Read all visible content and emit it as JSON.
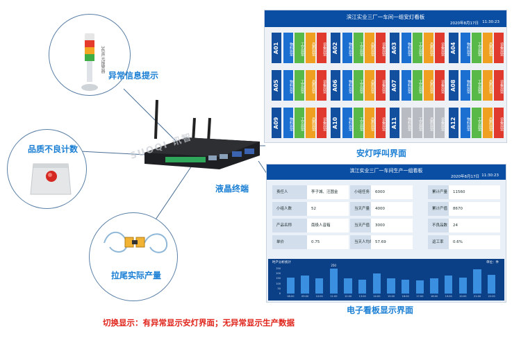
{
  "labels": {
    "tower_light": "异常信息提示",
    "defect_counter": "品质不良计数",
    "pull_output": "拉尾实际产量",
    "terminal": "液晶终端",
    "andon_screen": "安灯呼叫界面",
    "kanban_screen": "电子看板显示界面",
    "bottom_note": "切换显示：有异常显示安灯界面；无异常显示生产数据",
    "watermark": "SUOQI 讯智",
    "tower_side": "3色声光报警器"
  },
  "andon": {
    "title": "滨江实业三厂一车间一组安灯看板",
    "date": "2020年8月17日",
    "time": "11:30:23",
    "status_labels": [
      "物料异常",
      "工艺异常",
      "品质异常",
      "设备异常"
    ],
    "status_colors": [
      "#1a6fd0",
      "#58b848",
      "#f0a020",
      "#e03a2e"
    ],
    "inactive_color": "#b8bcc2",
    "stations": [
      {
        "code": "A01",
        "active": [
          true,
          true,
          true,
          true
        ]
      },
      {
        "code": "A02",
        "active": [
          true,
          true,
          true,
          true
        ]
      },
      {
        "code": "A03",
        "active": [
          true,
          true,
          true,
          true
        ]
      },
      {
        "code": "A04",
        "active": [
          true,
          true,
          true,
          true
        ]
      },
      {
        "code": "A05",
        "active": [
          true,
          true,
          true,
          true
        ]
      },
      {
        "code": "A06",
        "active": [
          true,
          true,
          true,
          true
        ]
      },
      {
        "code": "A07",
        "active": [
          true,
          true,
          true,
          true
        ]
      },
      {
        "code": "A08",
        "active": [
          true,
          true,
          true,
          true
        ]
      },
      {
        "code": "A09",
        "active": [
          true,
          true,
          true,
          true
        ]
      },
      {
        "code": "A10",
        "active": [
          true,
          true,
          true,
          true
        ]
      },
      {
        "code": "A11",
        "active": [
          false,
          false,
          false,
          false
        ]
      },
      {
        "code": "A12",
        "active": [
          true,
          true,
          true,
          true
        ]
      }
    ]
  },
  "kanban": {
    "title": "滨江实业三厂一车间生产一组看板",
    "date": "2020年8月17日",
    "time": "11:30:23",
    "rows": [
      [
        [
          "责任人",
          "李子城、汪圆金"
        ],
        [
          "小组任务",
          "6000"
        ],
        [
          "累计产量",
          "11560"
        ]
      ],
      [
        [
          "小组人数",
          "52"
        ],
        [
          "当天产量",
          "4000"
        ],
        [
          "累计产值",
          "8670"
        ]
      ],
      [
        [
          "产品名称",
          "南极人音箱"
        ],
        [
          "当天产值",
          "3000"
        ],
        [
          "不良品数",
          "24"
        ]
      ],
      [
        [
          "单价",
          "0.75"
        ],
        [
          "当天人均单工",
          "57.69"
        ],
        [
          "返工率",
          "0.6%"
        ]
      ]
    ],
    "chart": {
      "title": "时产分析统计",
      "unit": "单位：件"
    }
  },
  "chart_data": {
    "type": "bar",
    "title": "时产分析统计",
    "categories": [
      "08:00",
      "09:00",
      "10:00",
      "11:00",
      "12:00",
      "13:00",
      "14:00",
      "15:00",
      "16:00",
      "17:00",
      "18:00",
      "19:00",
      "20:00",
      "21:00",
      "22:00"
    ],
    "values": [
      160,
      180,
      150,
      250,
      150,
      140,
      200,
      150,
      140,
      130,
      150,
      180,
      160,
      240,
      190
    ],
    "ylim": [
      0,
      250
    ],
    "yticks": [
      0,
      50,
      100,
      150,
      200,
      250
    ],
    "peak_label": "250",
    "grid": false
  }
}
